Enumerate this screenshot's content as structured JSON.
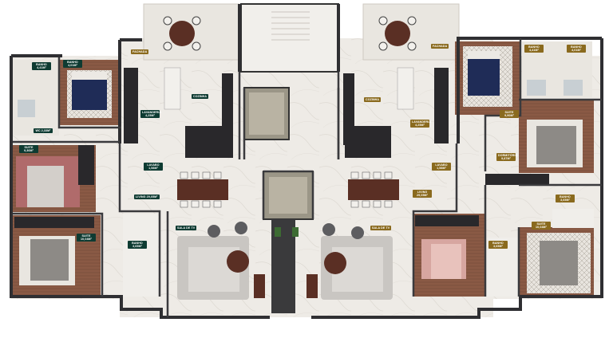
{
  "labels": {
    "fachada_left": "FACHADA",
    "fachada_right": "FACHADA",
    "banho_tl_1": "BANHO 4,41M²",
    "banho_tl_2": "BANHO 4,01M²",
    "wc_tl": "WC 2,33M²",
    "suite_l1": "SUITE 9,36M²",
    "lavanderia_l": "LAVANDERIA 4,25M²",
    "lavabo_l": "LAVABO 1,58M²",
    "cozinha_l": "COZINHA",
    "living_l": "LIVING 29,05M²",
    "sala_tv_l": "SALA DE TV",
    "suite_l2": "SUITE 10,04M²",
    "banho_l3": "BANHO 3,65M²",
    "banho_tr_1": "BANHO 4,41M²",
    "banho_tr_2": "BANHO 4,01M²",
    "suite_r1": "SUITE 9,90M²",
    "dormitorio_r": "DORMITÓRIO 9,87M²",
    "cozinha_r": "COZINHA",
    "lavanderia_r": "LAVANDERIA 4,25M²",
    "lavabo_r": "LAVABO 1,58M²",
    "living_r": "LIVING 29,05M²",
    "sala_tv_r": "SALA DE TV",
    "banho_r2": "BANHO 3,65M²",
    "suite_r2": "SUITE 10,04M²",
    "banho_r3": "BANHO 3,65M²"
  },
  "colors": {
    "wall": "#2f2f32",
    "floor_marble": "#ece9e4",
    "floor_wood": "#8a5a45",
    "floor_terrace": "#e9e6e0",
    "label_green": "#0e3b32",
    "label_gold": "#8a6a1e",
    "bed_navy": "#1f2c57",
    "bed_pink": "#d7a6a0",
    "bed_grey": "#8d8a86",
    "sofa": "#c9c6c2",
    "table_wood": "#5a2f24",
    "counter_dark": "#29282b"
  }
}
